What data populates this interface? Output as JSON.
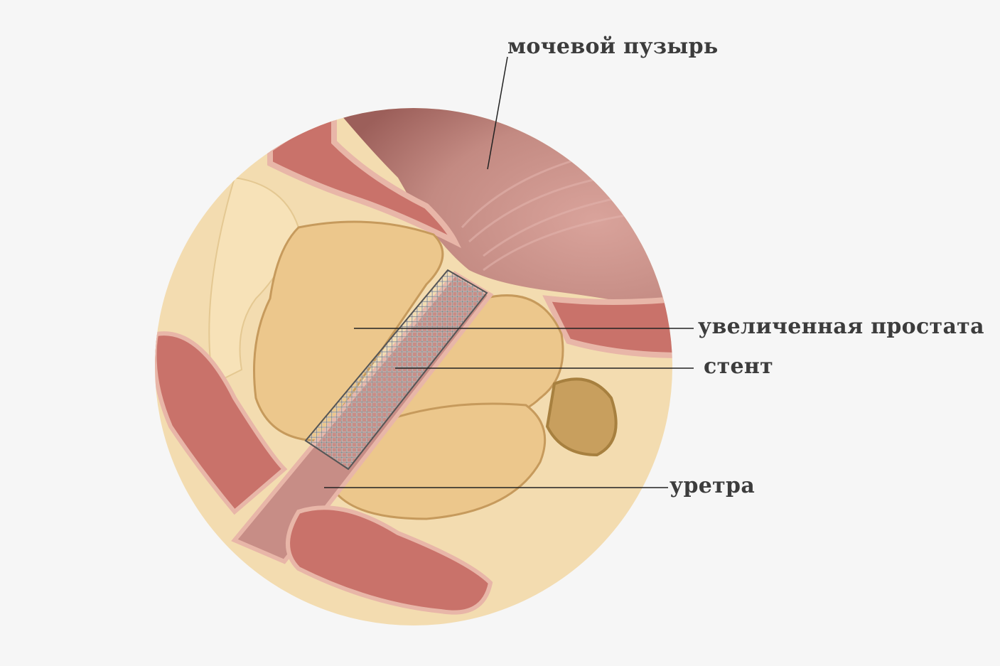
{
  "diagram": {
    "type": "anatomical illustration",
    "subject": "urethral stent in enlarged prostate",
    "labels": [
      {
        "id": "bladder",
        "text": "мочевой пузырь"
      },
      {
        "id": "prostate",
        "text": "увеличенная простата"
      },
      {
        "id": "stent",
        "text": "стент"
      },
      {
        "id": "urethra",
        "text": "уретра"
      }
    ]
  },
  "colors": {
    "background": "#f6f6f6",
    "label_text": "#3c3c3c",
    "tissue_cream": "#f3dcb0",
    "prostate": "#ecc78c",
    "muscle": "#c9726a",
    "bladder": "#b97a74",
    "stent": "#8a8a8a"
  }
}
